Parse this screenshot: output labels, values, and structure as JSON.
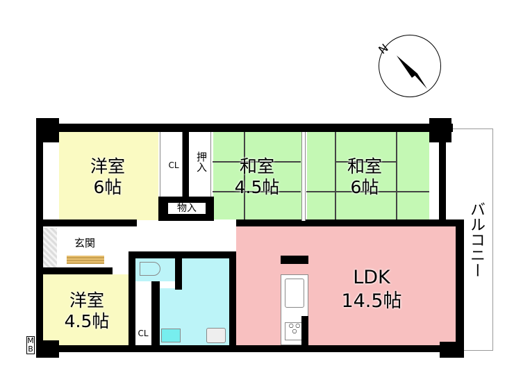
{
  "compass": {
    "label": "N"
  },
  "rooms": {
    "western1": {
      "name": "洋室",
      "size": "6帖"
    },
    "closet1": {
      "name": "CL"
    },
    "oshiire": {
      "name": "押入"
    },
    "japanese1": {
      "name": "和室",
      "size": "4.5帖"
    },
    "japanese2": {
      "name": "和室",
      "size": "6帖"
    },
    "storage": {
      "name": "物入"
    },
    "entrance": {
      "name": "玄関"
    },
    "western2": {
      "name": "洋室",
      "size": "4.5帖"
    },
    "closet2": {
      "name": "CL"
    },
    "ldk": {
      "name": "LDK",
      "size": "14.5帖"
    },
    "balcony": {
      "name": "バルコニー"
    },
    "mb": {
      "name": "MB"
    }
  },
  "colors": {
    "western": "#fafac2",
    "japanese": "#c4f8b4",
    "ldk": "#f8c0c0",
    "wet": "#bcf4f8"
  }
}
